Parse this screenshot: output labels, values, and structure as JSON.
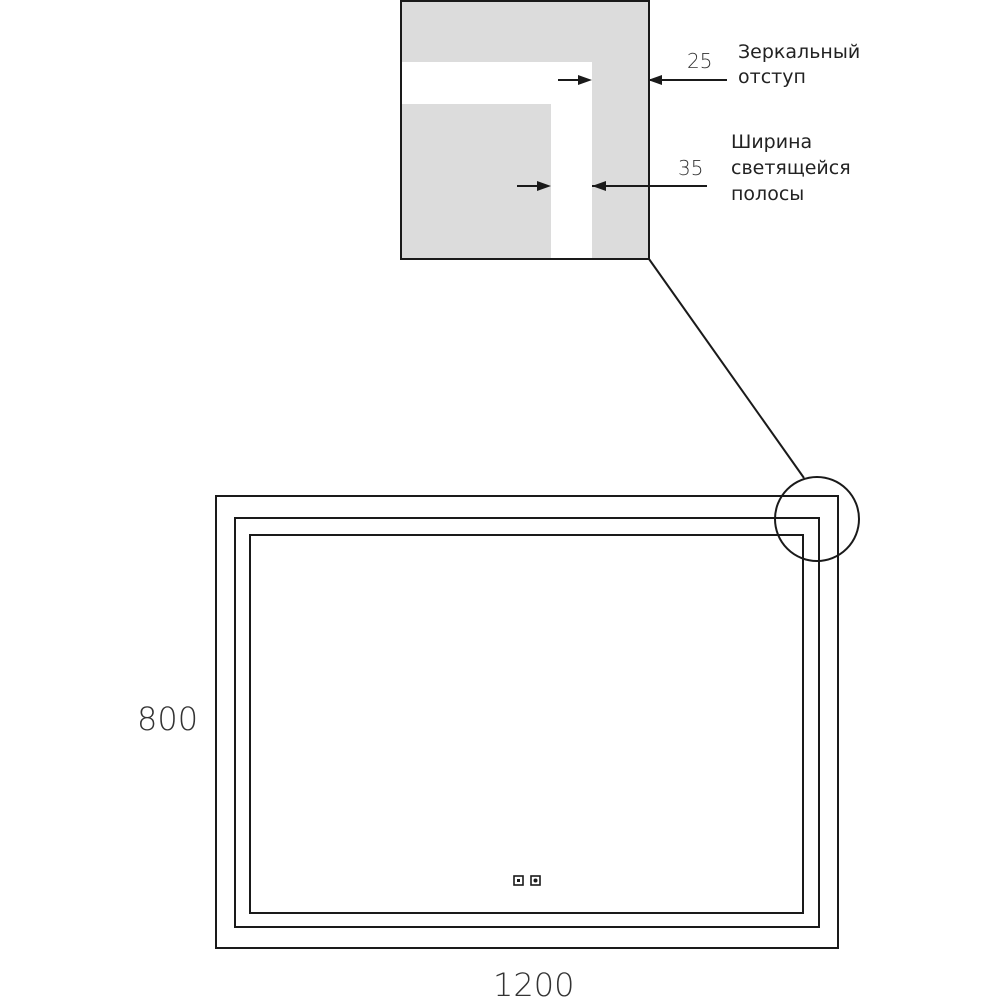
{
  "dimensions": {
    "width_label": "1200",
    "height_label": "800"
  },
  "detail": {
    "mirror_offset": {
      "value": "25",
      "label_line1": "Зеркальный",
      "label_line2": "отступ"
    },
    "strip_width": {
      "value": "35",
      "label_line1": "Ширина",
      "label_line2": "светящейся",
      "label_line3": "полосы"
    }
  },
  "colors": {
    "line": "#1a1a1a",
    "mirror_fill": "#dcdcdc",
    "light_strip": "#ffffff"
  },
  "icons": [
    "touch-switch-icon",
    "dimmer-switch-icon"
  ]
}
